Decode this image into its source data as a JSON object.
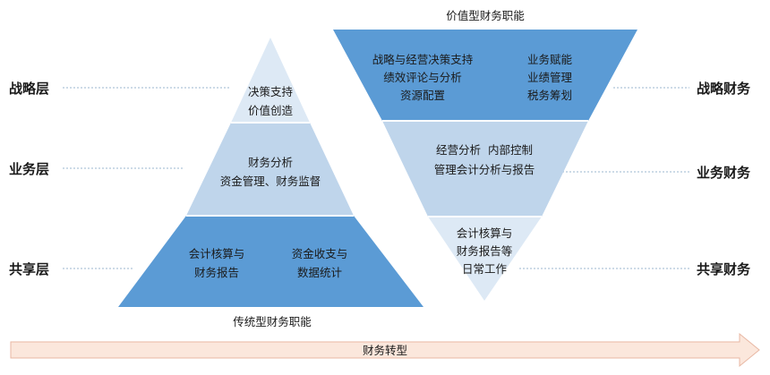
{
  "left_labels": {
    "strategy": "战略层",
    "business": "业务层",
    "shared": "共享层"
  },
  "right_labels": {
    "strategy": "战略财务",
    "business": "业务财务",
    "shared": "共享财务"
  },
  "top_caption": "价值型财务职能",
  "bottom_caption": "传统型财务职能",
  "arrow_label": "财务转型",
  "pyramid": {
    "top": [
      "决策支持",
      "价值创造"
    ],
    "middle": [
      "财务分析",
      "资金管理、财务监督"
    ],
    "bottom_left": [
      "会计核算与",
      "财务报告"
    ],
    "bottom_right": [
      "资金收支与",
      "数据统计"
    ]
  },
  "inverted": {
    "top_left": [
      "战略与经营决策支持",
      "绩效评论与分析",
      "资源配置"
    ],
    "top_right": [
      "业务赋能",
      "业绩管理",
      "税务筹划"
    ],
    "middle": [
      "经营分析  内部控制",
      "管理会计分析与报告"
    ],
    "bottom": [
      "会计核算与",
      "财务报告等",
      "日常工作"
    ]
  },
  "colors": {
    "light": "#dde9f5",
    "medium": "#bfd5eb",
    "dark": "#5b9bd5",
    "arrow_fill": "#fbe7dc",
    "arrow_stroke": "#e8b7a3",
    "dash": "#9bb7cf"
  }
}
